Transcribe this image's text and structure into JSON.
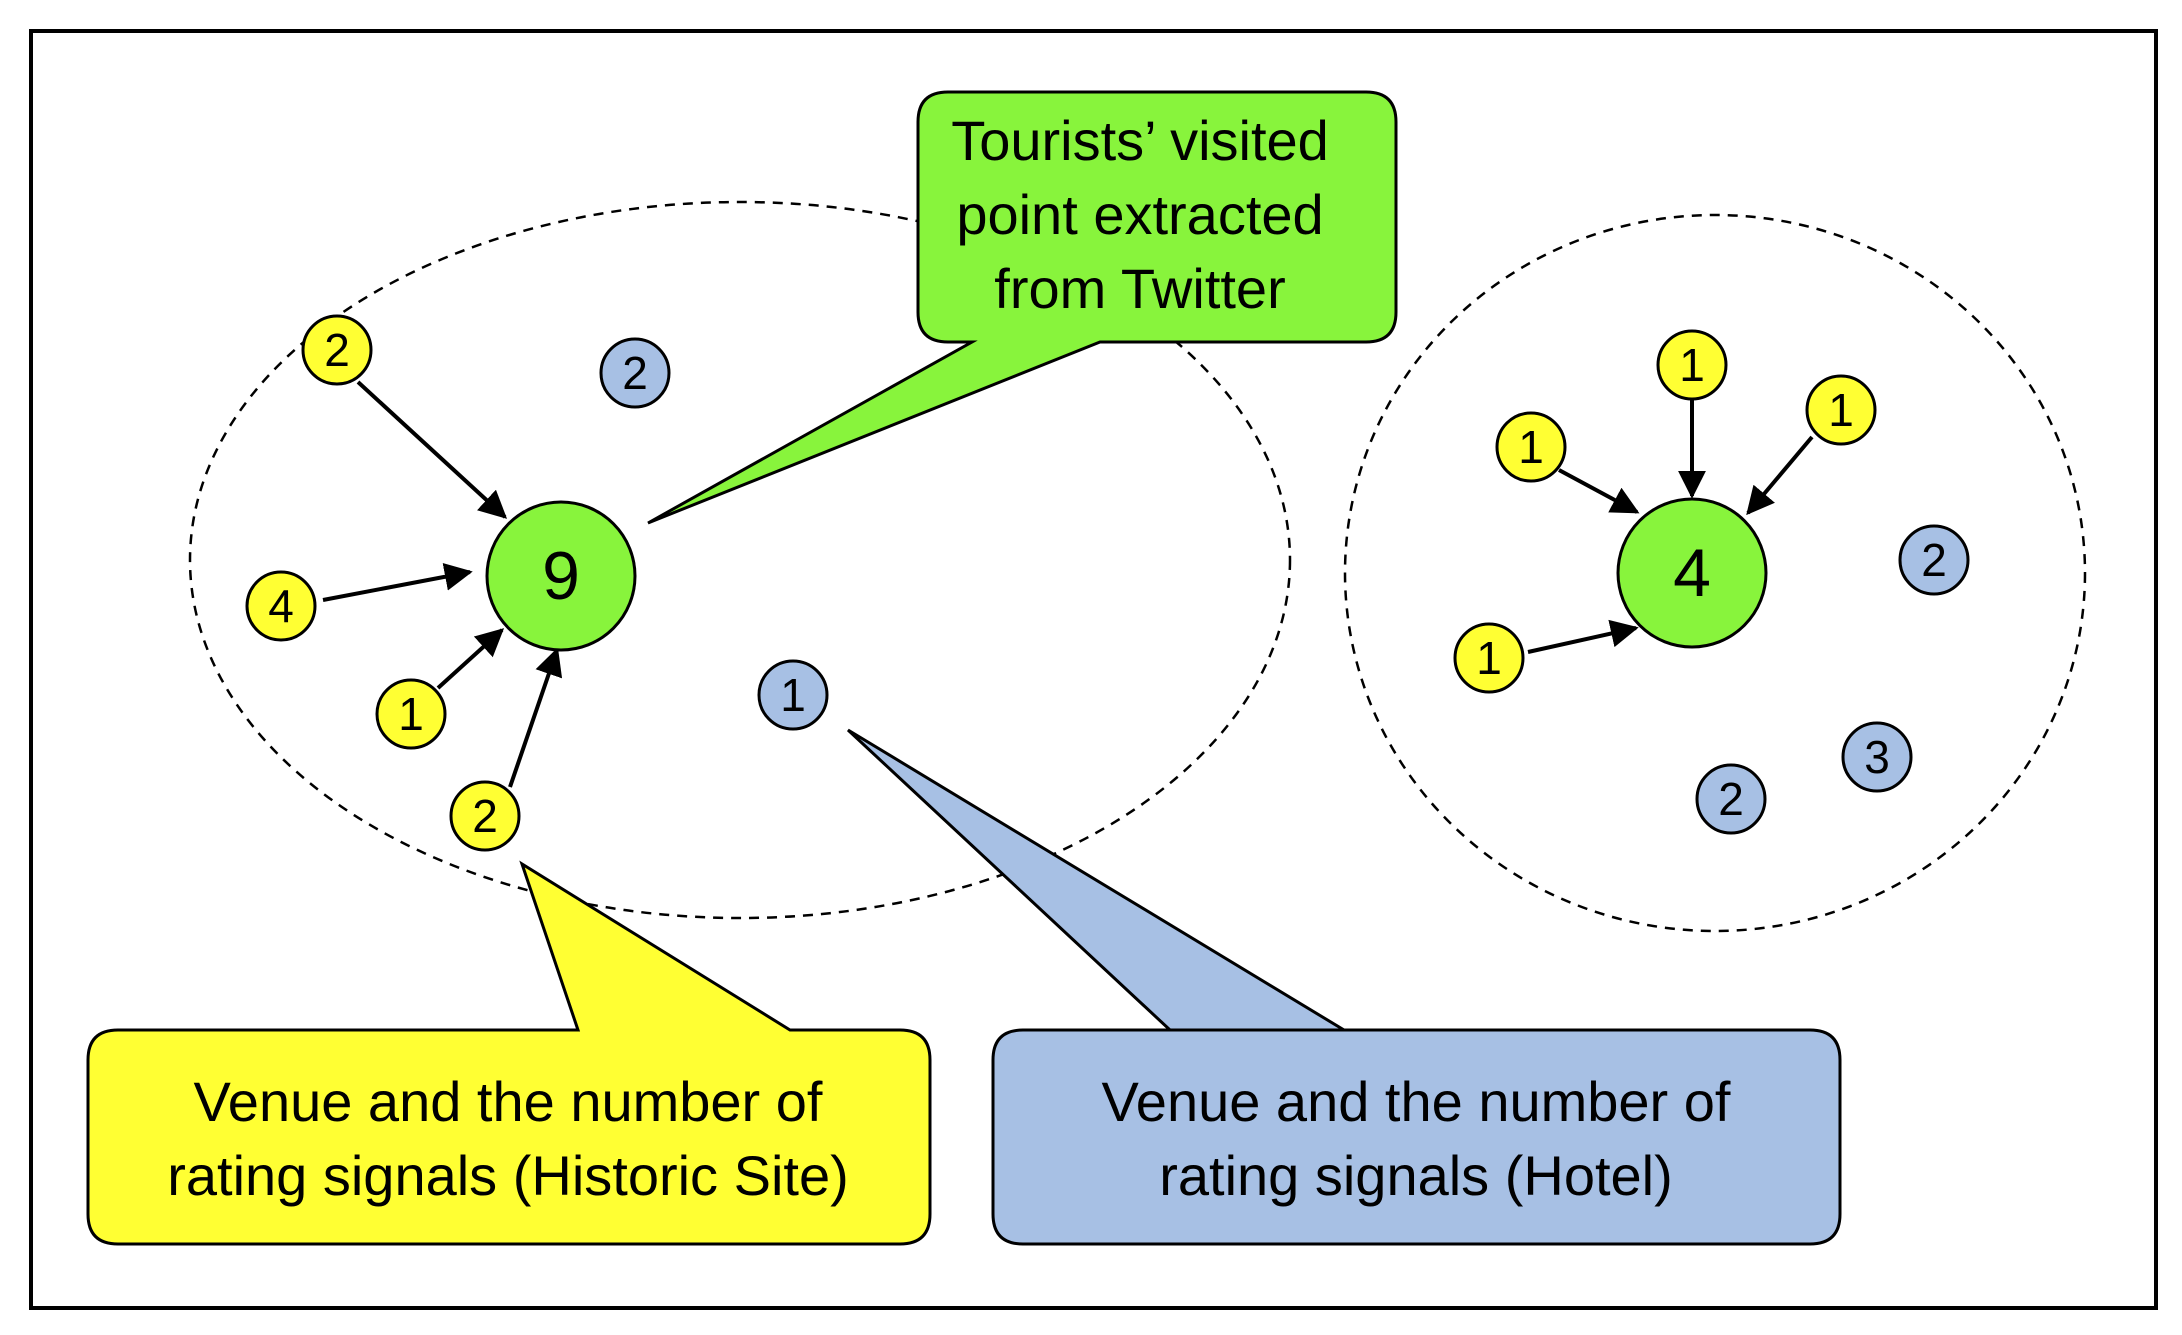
{
  "colors": {
    "frame": "#000000",
    "historic_site": "#ffff33",
    "hotel": "#a7c0e4",
    "tourist_point": "#88f43c",
    "edge": "#000000"
  },
  "callouts": {
    "tourist_point": {
      "lines": [
        "Tourists’ visited",
        "point extracted",
        "from Twitter"
      ]
    },
    "historic_site": {
      "lines": [
        "Venue and the number of",
        "rating signals (Historic Site)"
      ]
    },
    "hotel": {
      "lines": [
        "Venue and the number of",
        "rating signals (Hotel)"
      ]
    }
  },
  "clusters": [
    {
      "center": {
        "label": "9"
      },
      "historic_sites": [
        "2",
        "4",
        "1",
        "2"
      ],
      "hotels": [
        "2",
        "1"
      ]
    },
    {
      "center": {
        "label": "4"
      },
      "historic_sites": [
        "1",
        "1",
        "1",
        "1"
      ],
      "hotels": [
        "2",
        "3",
        "2"
      ]
    }
  ]
}
